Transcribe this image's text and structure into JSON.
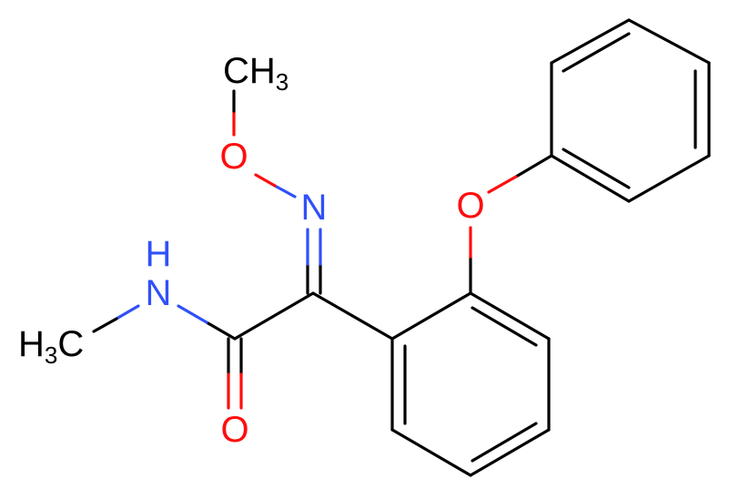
{
  "molecule": {
    "colors": {
      "carbon": "#000000",
      "oxygen": "#ff0d0d",
      "nitrogen": "#3050f8"
    },
    "labels": {
      "methyl_top": {
        "main": "CH",
        "sub": "3"
      },
      "oxygen_methoxy": "O",
      "nitrogen_imine": "N",
      "oxygen_ether": "O",
      "nitrogen_amide": "N",
      "hydrogen_amide": "H",
      "methyl_left": {
        "pre": "H",
        "sub": "3",
        "post": "C"
      },
      "oxygen_carbonyl": "O"
    }
  }
}
